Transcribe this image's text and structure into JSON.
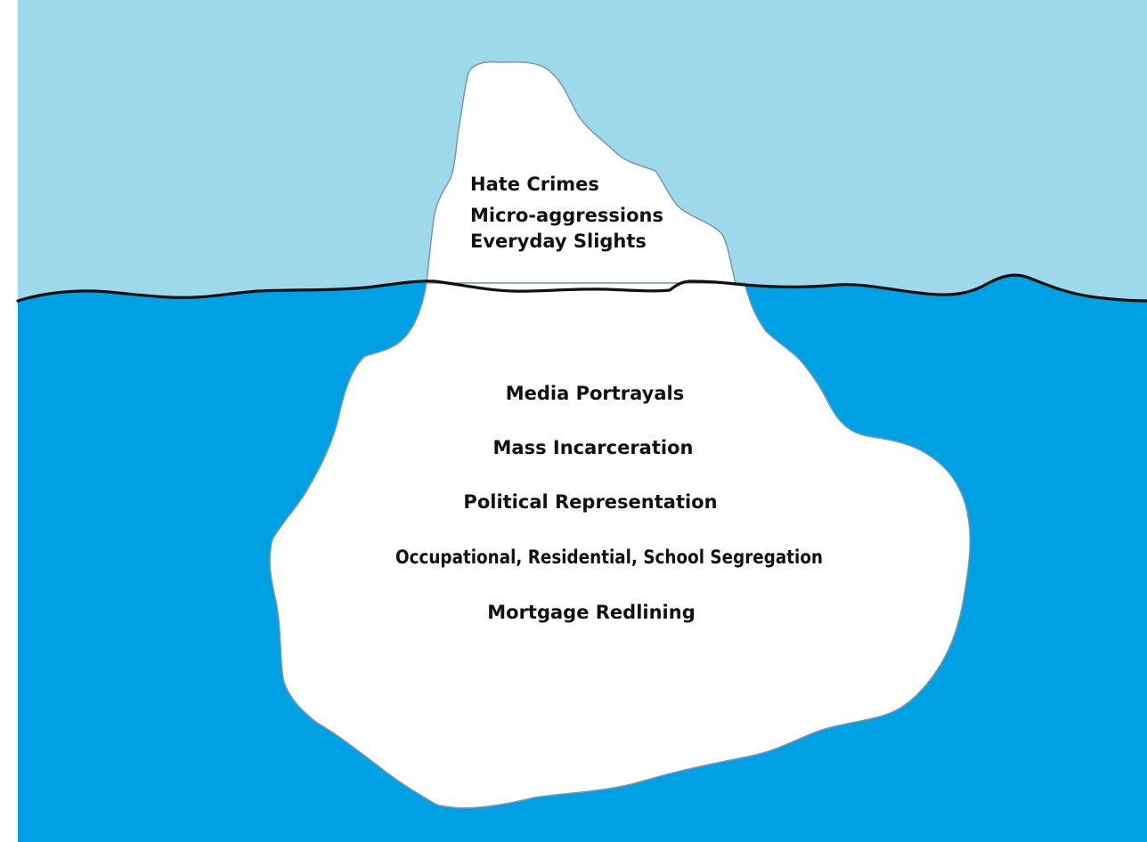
{
  "colors": {
    "sky": "#9dd9ea",
    "water": "#00a1e4",
    "ice": "#ffffff",
    "ice_outline": "#7a97b0",
    "waterline": "#111111",
    "text": "#111111"
  },
  "above_surface": {
    "items": [
      "Hate Crimes",
      "Micro-aggressions",
      "Everyday Slights"
    ]
  },
  "below_surface": {
    "items": [
      "Media Portrayals",
      "Mass Incarceration",
      "Political Representation",
      "Occupational, Residential, School Segregation",
      "Mortgage Redlining"
    ]
  }
}
